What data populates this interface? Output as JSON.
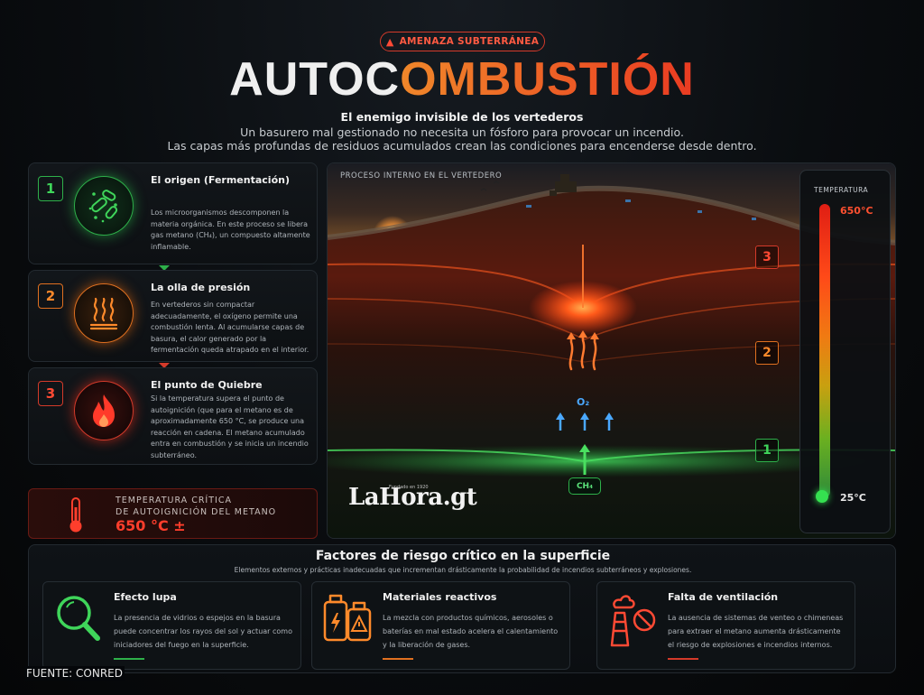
{
  "header": {
    "badge": "AMENAZA SUBTERRÁNEA",
    "title_part1": "AUTOC",
    "title_part2": "OMBUSTIÓN",
    "subtitle": "El enemigo invisible de los vertederos",
    "lede_line1": "Un basurero mal gestionado no necesita un fósforo para provocar un incendio.",
    "lede_line2": "Las capas más profundas de residuos acumulados crean las condiciones para encenderse desde dentro."
  },
  "steps": [
    {
      "number": "1",
      "title": "El origen (Fermentación)",
      "body": "Los microorganismos descomponen la materia orgánica. En este proceso se libera gas metano (CH₄), un compuesto altamente inflamable.",
      "icon": "microbe-icon",
      "color": "#2eb04a"
    },
    {
      "number": "2",
      "title": "La olla de presión",
      "body": "En vertederos sin compactar adecuadamente, el oxígeno permite una combustión lenta. Al acumularse capas de basura, el calor generado por la fermentación queda atrapado en el interior.",
      "icon": "heat-waves-icon",
      "color": "#e07020"
    },
    {
      "number": "3",
      "title": "El punto de Quiebre",
      "body": "Si la temperatura supera el punto de autoignición (que para el metano es de aproximadamente 650 °C, se produce una reacción en cadena. El metano acumulado entra en combustión y se inicia un incendio subterráneo.",
      "icon": "flame-icon",
      "color": "#d43a2a"
    }
  ],
  "critical": {
    "label_line1": "TEMPERATURA CRÍTICA",
    "label_line2": "DE AUTOIGNICIÓN DEL METANO",
    "value": "650 °C ±"
  },
  "scene": {
    "label": "PROCESO INTERNO EN EL VERTEDERO",
    "layers": [
      "3",
      "2",
      "1"
    ],
    "o2_label": "O₂",
    "ch4_label": "CH₄",
    "logo": "LaHora.gt",
    "logo_tagline": "Fundado en 1920"
  },
  "temperature": {
    "title": "TEMPERATURA",
    "max": "650°C",
    "min": "25°C"
  },
  "risk": {
    "title": "Factores de riesgo crítico en la superficie",
    "subtitle": "Elementos externos y prácticas inadecuadas que incrementan drásticamente la probabilidad de incendios subterráneos y explosiones.",
    "cards": [
      {
        "title": "Efecto lupa",
        "body": "La presencia de vidrios o espejos en la basura puede concentrar los rayos del sol y actuar como iniciadores del fuego en la superficie.",
        "icon": "magnifier-icon",
        "color": "#2eb04a"
      },
      {
        "title": "Materiales reactivos",
        "body": "La mezcla con productos químicos, aerosoles o baterías en mal estado acelera el calentamiento y la liberación de gases.",
        "icon": "chemical-containers-icon",
        "color": "#e07020"
      },
      {
        "title": "Falta de ventilación",
        "body": "La ausencia de sistemas de venteo o chimeneas para extraer el metano aumenta drásticamente el riesgo de explosiones e incendios internos.",
        "icon": "blocked-chimney-icon",
        "color": "#d43a2a"
      }
    ]
  },
  "source": "FUENTE: CONRED"
}
